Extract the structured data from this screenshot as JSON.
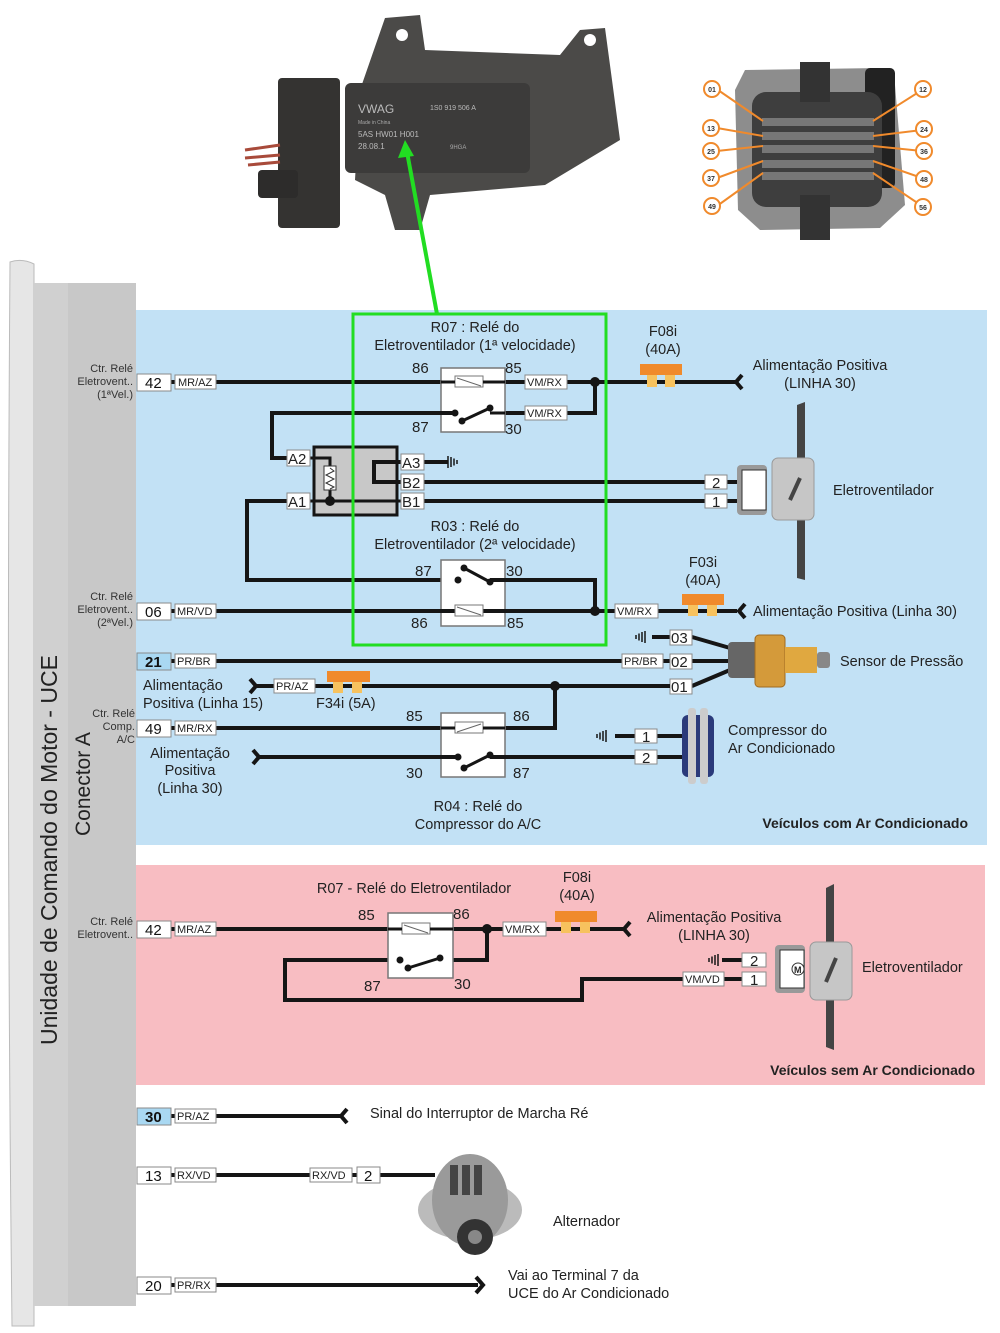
{
  "ecu": {
    "title": "Unidade de Comando do Motor - UCE",
    "connector": "Conector A"
  },
  "photo": {
    "brand": "VWAG",
    "part_number": "1S0 919 506 A",
    "origin": "Made in China",
    "code": "5AS HW01 H001",
    "date": "28.08.1",
    "mark": "9HGA"
  },
  "connector_pins": [
    "01",
    "12",
    "13",
    "24",
    "25",
    "36",
    "37",
    "48",
    "49",
    "56"
  ],
  "ac_section": {
    "title": "Veículos com Ar Condicionado",
    "background": "#c2e1f5",
    "highlight_color": "#22dd22",
    "r07": {
      "title1": "R07 : Relé do",
      "title2": "Eletroventilador (1ª velocidade)",
      "t86": "86",
      "t85": "85",
      "t87": "87",
      "t30": "30"
    },
    "r03": {
      "title1": "R03 : Relé do",
      "title2": "Eletroventilador (2ª velocidade)",
      "t87": "87",
      "t30": "30",
      "t86": "86",
      "t85": "85"
    },
    "r04": {
      "title1": "R04 : Relé do",
      "title2": "Compressor do A/C",
      "t85": "85",
      "t86": "86",
      "t30": "30",
      "t87": "87"
    },
    "module": {
      "a1": "A1",
      "a2": "A2",
      "a3": "A3",
      "b1": "B1",
      "b2": "B2"
    },
    "row42": {
      "desc1": "Ctr. Relé",
      "desc2": "Eletrovent..",
      "desc3": "(1ªVel.)",
      "pin": "42",
      "wire": "MR/AZ",
      "wire_out": "VM/RX",
      "wire_out2": "VM/RX"
    },
    "fuse_f08i": {
      "name": "F08i",
      "rating": "(40A)"
    },
    "supply1": {
      "line1": "Alimentação Positiva",
      "line2": "(LINHA 30)"
    },
    "fan": {
      "label": "Eletroventilador",
      "pin2": "2",
      "pin1": "1"
    },
    "row06": {
      "desc1": "Ctr. Relé",
      "desc2": "Eletrovent..",
      "desc3": "(2ªVel.)",
      "pin": "06",
      "wire": "MR/VD",
      "wire_out": "VM/RX"
    },
    "fuse_f03i": {
      "name": "F03i",
      "rating": "(40A)"
    },
    "supply2": "Alimentação Positiva (Linha 30)",
    "row21": {
      "pin": "21",
      "wire": "PR/BR",
      "wire_out": "PR/BR"
    },
    "sensor": {
      "label": "Sensor de Pressão",
      "p03": "03",
      "p02": "02",
      "p01": "01"
    },
    "supply15": {
      "line1": "Alimentação",
      "line2": "Positiva (Linha 15)",
      "wire": "PR/AZ"
    },
    "fuse_f34i": "F34i (5A)",
    "row49": {
      "desc1": "Ctr. Relé",
      "desc2": "Comp.",
      "desc3": "A/C",
      "pin": "49",
      "wire": "MR/RX"
    },
    "supply30": {
      "line1": "Alimentação",
      "line2": "Positiva",
      "line3": "(Linha 30)"
    },
    "compressor": {
      "line1": "Compressor do",
      "line2": "Ar Condicionado",
      "pin1": "1",
      "pin2": "2"
    }
  },
  "noac_section": {
    "title": "Veículos sem Ar Condicionado",
    "background": "#f8bdc2",
    "relay": {
      "title": "R07 - Relé do Eletroventilador",
      "t85": "85",
      "t86": "86",
      "t87": "87",
      "t30": "30"
    },
    "row42": {
      "desc1": "Ctr. Relé",
      "desc2": "Eletrovent..",
      "pin": "42",
      "wire": "MR/AZ",
      "wire_out": "VM/RX"
    },
    "fuse": {
      "name": "F08i",
      "rating": "(40A)"
    },
    "supply": {
      "line1": "Alimentação Positiva",
      "line2": "(LINHA 30)"
    },
    "fan": {
      "label": "Eletroventilador",
      "pin2": "2",
      "pin1": "1",
      "wire": "VM/VD",
      "motor": "M"
    }
  },
  "other": {
    "row30": {
      "pin": "30",
      "wire": "PR/AZ",
      "label": "Sinal do Interruptor de Marcha Ré"
    },
    "row13": {
      "pin": "13",
      "wire": "RX/VD",
      "wire2": "RX/VD",
      "pin2": "2",
      "label": "Alternador"
    },
    "row20": {
      "pin": "20",
      "wire": "PR/RX",
      "line1": "Vai ao Terminal 7 da",
      "line2": "UCE do Ar Condicionado"
    }
  }
}
